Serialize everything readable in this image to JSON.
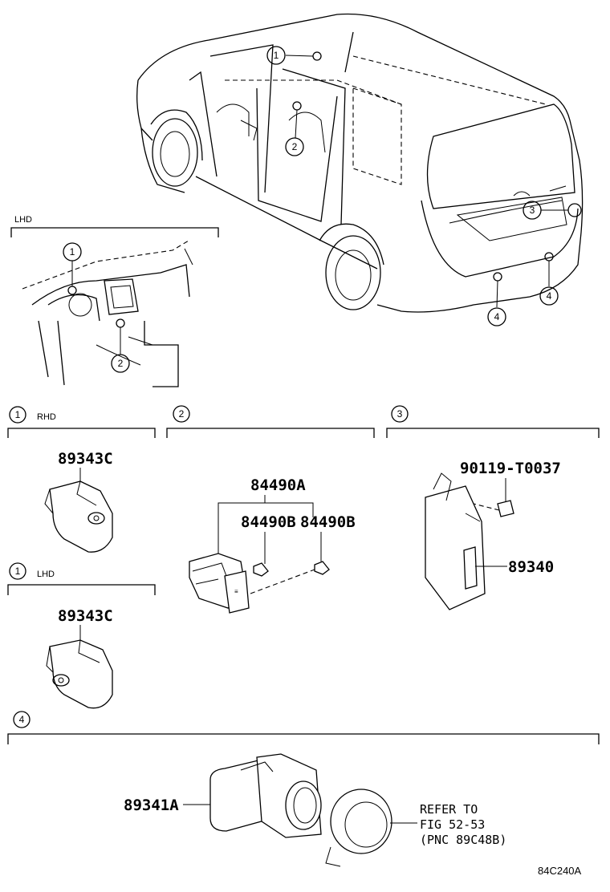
{
  "labels": {
    "lhd_top": "LHD",
    "rhd": "RHD",
    "lhd_mid": "LHD",
    "diagram_code": "84C240A"
  },
  "callouts": [
    "1",
    "2",
    "3",
    "4"
  ],
  "parts": {
    "p89343c_rhd": "89343C",
    "p89343c_lhd": "89343C",
    "p84490a": "84490A",
    "p84490b_1": "84490B",
    "p84490b_2": "84490B",
    "p90119": "90119-T0037",
    "p89340": "89340",
    "p89341a": "89341A"
  },
  "refer": {
    "line1": "REFER TO",
    "line2": "FIG 52-53",
    "line3": "(PNC 89C48B)"
  }
}
